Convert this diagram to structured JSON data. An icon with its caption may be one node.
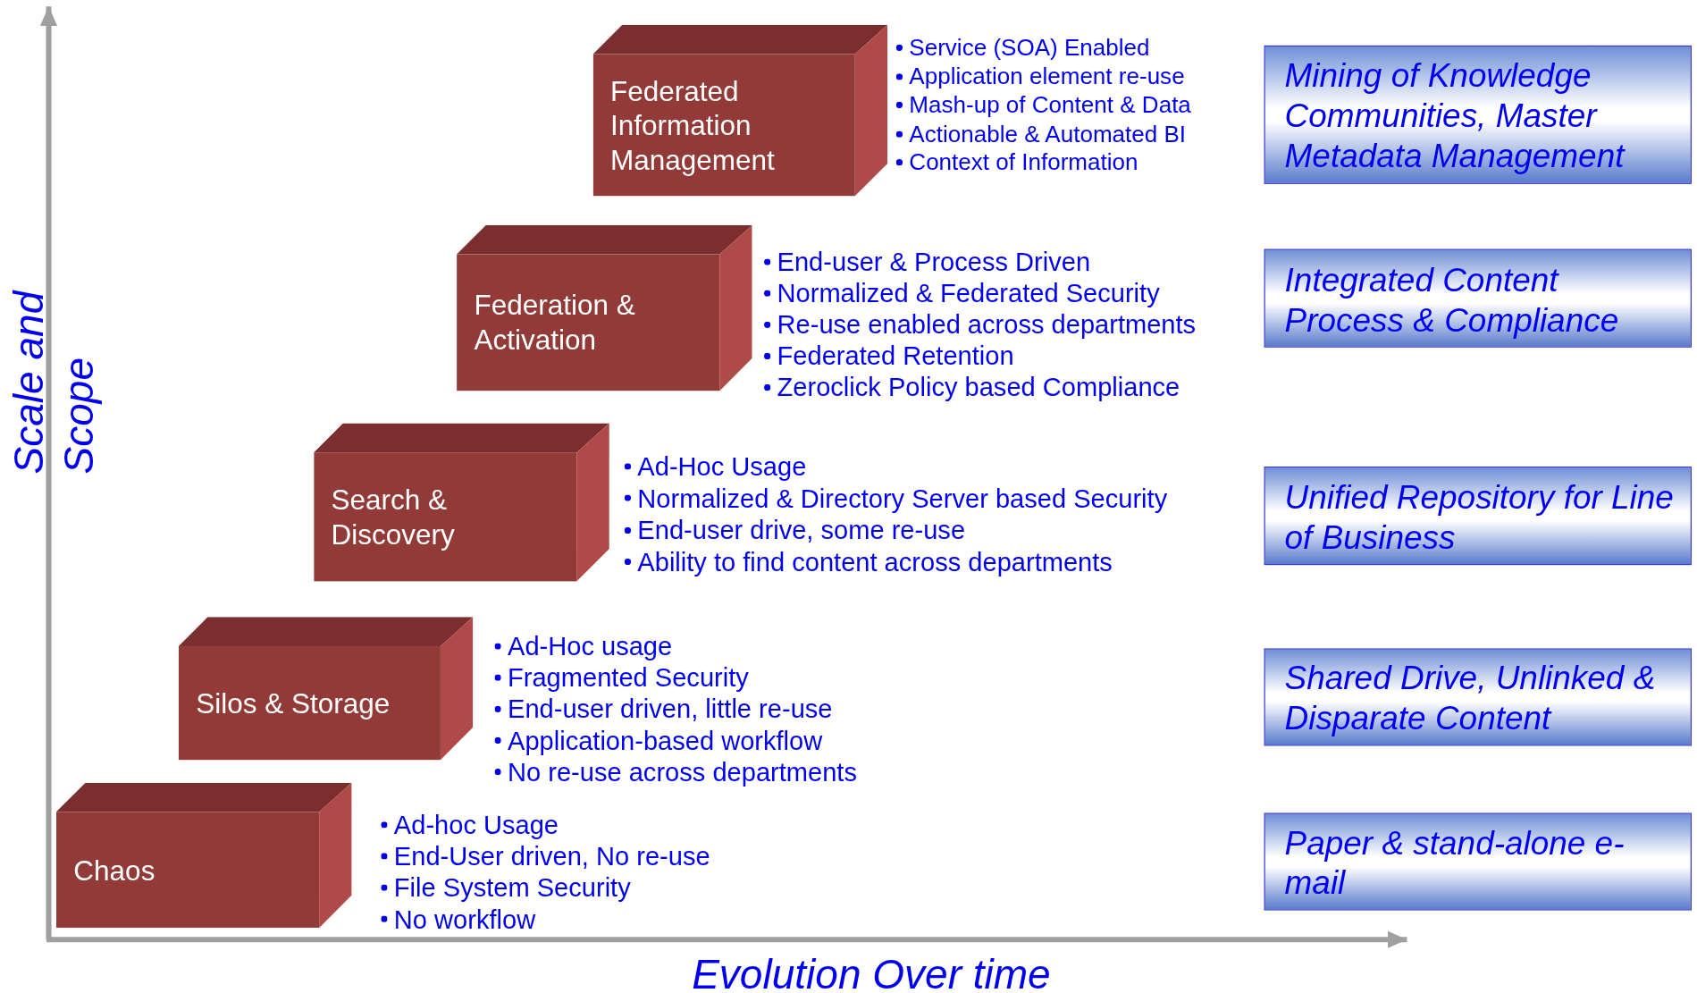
{
  "diagram": {
    "nodes": [
      {
        "text": [
          "Federated Information Management"
        ],
        "beside": [
          "Service (SOA) Enabled",
          "Application element re-use",
          "Mash-up of Content & Data",
          "Actionable & Automated BI",
          "Context of Information"
        ]
      },
      {
        "text": [
          "Mining of Knowledge Communities, Master Metadata Management"
        ]
      },
      {
        "text": [
          "Federation & Activation"
        ],
        "beside": [
          "End-user & Process Driven",
          "Normalized & Federated Security",
          "Re-use enabled across departments",
          "Federated Retention",
          "Zeroclick Policy based Compliance"
        ]
      },
      {
        "text": [
          "Integrated Content Process &  Compliance"
        ]
      },
      {
        "text": [
          "Search & Discovery"
        ],
        "beside": [
          "Ad-Hoc Usage",
          "Normalized & Directory Server based Security",
          "End-user drive, some re-use",
          "Ability to find content across departments"
        ]
      },
      {
        "text": [
          "Unified Repository for Line of Business"
        ]
      },
      {
        "text": [
          "Silos & Storage"
        ],
        "beside": [
          "Ad-Hoc usage",
          "Fragmented Security",
          "End-user driven, little re-use",
          "Application-based workflow",
          "No re-use across departments"
        ]
      },
      {
        "text": [
          "Shared Drive, Unlinked & Disparate Content"
        ]
      },
      {
        "text": [
          "Chaos"
        ],
        "beside": [
          "Ad-hoc Usage",
          "End-User driven, No re-use",
          "File System Security",
          "No workflow"
        ]
      },
      {
        "text": [
          "Paper & stand-alone e-mail"
        ]
      }
    ],
    "edges": [],
    "labels": [
      "Scale and Scope",
      "Evolution Over time"
    ]
  }
}
